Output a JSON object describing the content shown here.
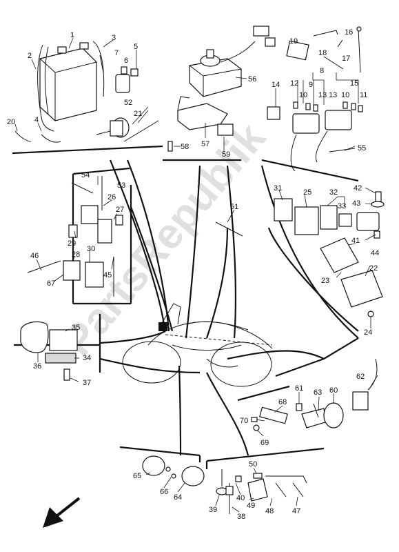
{
  "watermark": "PartsRepublik",
  "callouts": [
    {
      "id": "c1",
      "text": "1"
    },
    {
      "id": "c2",
      "text": "2"
    },
    {
      "id": "c3",
      "text": "3"
    },
    {
      "id": "c4",
      "text": "4"
    },
    {
      "id": "c5",
      "text": "5"
    },
    {
      "id": "c6",
      "text": "6"
    },
    {
      "id": "c7",
      "text": "7"
    },
    {
      "id": "c8",
      "text": "8"
    },
    {
      "id": "c9",
      "text": "9"
    },
    {
      "id": "c10a",
      "text": "10"
    },
    {
      "id": "c10b",
      "text": "10"
    },
    {
      "id": "c11",
      "text": "11"
    },
    {
      "id": "c12",
      "text": "12"
    },
    {
      "id": "c13a",
      "text": "13"
    },
    {
      "id": "c13b",
      "text": "13"
    },
    {
      "id": "c14",
      "text": "14"
    },
    {
      "id": "c15",
      "text": "15"
    },
    {
      "id": "c16",
      "text": "16"
    },
    {
      "id": "c17",
      "text": "17"
    },
    {
      "id": "c18",
      "text": "18"
    },
    {
      "id": "c19",
      "text": "19"
    },
    {
      "id": "c20",
      "text": "20"
    },
    {
      "id": "c21",
      "text": "21"
    },
    {
      "id": "c22",
      "text": "22"
    },
    {
      "id": "c23",
      "text": "23"
    },
    {
      "id": "c24",
      "text": "24"
    },
    {
      "id": "c25",
      "text": "25"
    },
    {
      "id": "c26",
      "text": "26"
    },
    {
      "id": "c27",
      "text": "27"
    },
    {
      "id": "c28",
      "text": "28"
    },
    {
      "id": "c29",
      "text": "29"
    },
    {
      "id": "c30",
      "text": "30"
    },
    {
      "id": "c31",
      "text": "31"
    },
    {
      "id": "c32",
      "text": "32"
    },
    {
      "id": "c33",
      "text": "33"
    },
    {
      "id": "c34",
      "text": "34"
    },
    {
      "id": "c35",
      "text": "35"
    },
    {
      "id": "c36",
      "text": "36"
    },
    {
      "id": "c37",
      "text": "37"
    },
    {
      "id": "c38",
      "text": "38"
    },
    {
      "id": "c39",
      "text": "39"
    },
    {
      "id": "c40",
      "text": "40"
    },
    {
      "id": "c41",
      "text": "41"
    },
    {
      "id": "c42",
      "text": "42"
    },
    {
      "id": "c43",
      "text": "43"
    },
    {
      "id": "c44",
      "text": "44"
    },
    {
      "id": "c45",
      "text": "45"
    },
    {
      "id": "c46",
      "text": "46"
    },
    {
      "id": "c47",
      "text": "47"
    },
    {
      "id": "c48",
      "text": "48"
    },
    {
      "id": "c49",
      "text": "49"
    },
    {
      "id": "c50",
      "text": "50"
    },
    {
      "id": "c51",
      "text": "51"
    },
    {
      "id": "c52",
      "text": "52"
    },
    {
      "id": "c53",
      "text": "53"
    },
    {
      "id": "c54",
      "text": "54"
    },
    {
      "id": "c55",
      "text": "55"
    },
    {
      "id": "c56",
      "text": "56"
    },
    {
      "id": "c57",
      "text": "57"
    },
    {
      "id": "c58",
      "text": "58"
    },
    {
      "id": "c59",
      "text": "59"
    },
    {
      "id": "c60",
      "text": "60"
    },
    {
      "id": "c61",
      "text": "61"
    },
    {
      "id": "c62",
      "text": "62"
    },
    {
      "id": "c63",
      "text": "63"
    },
    {
      "id": "c64",
      "text": "64"
    },
    {
      "id": "c65",
      "text": "65"
    },
    {
      "id": "c66",
      "text": "66"
    },
    {
      "id": "c67",
      "text": "67"
    },
    {
      "id": "c68",
      "text": "68"
    },
    {
      "id": "c69",
      "text": "69"
    },
    {
      "id": "c70",
      "text": "70"
    }
  ]
}
